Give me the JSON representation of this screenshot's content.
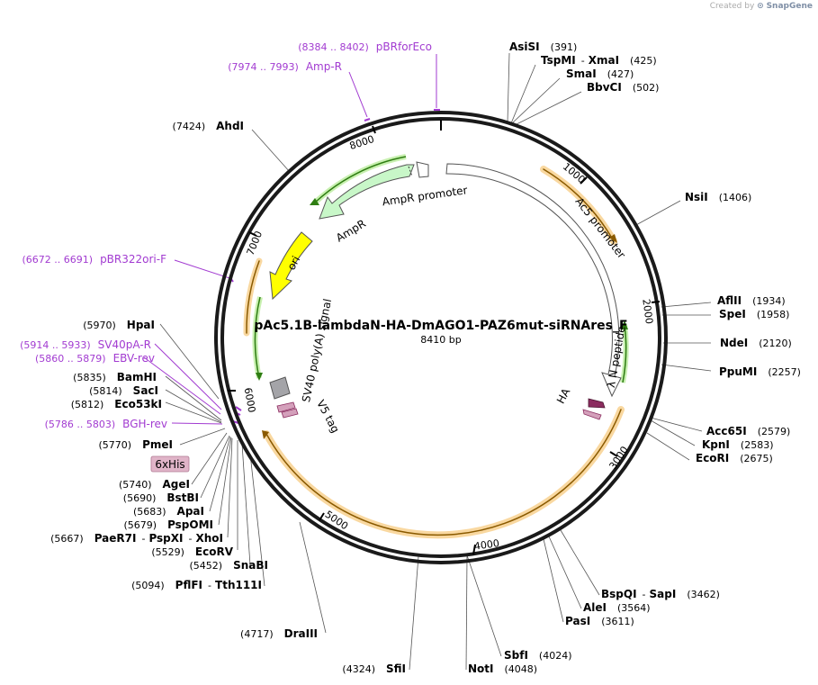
{
  "credit": {
    "prefix": "Created by",
    "brand": "SnapGene"
  },
  "plasmid": {
    "name": "pAc5.1B-lambdaN-HA-DmAGO1-PAZ6mut-siRNAres_F",
    "size_label": "8410 bp",
    "length": 8410
  },
  "ticks": [
    "1000",
    "2000",
    "3000",
    "4000",
    "5000",
    "6000",
    "7000",
    "8000"
  ],
  "features": {
    "ampr": "AmpR",
    "ampr_promoter": "AmpR promoter",
    "ac5_promoter": "Ac5 promoter",
    "ori": "ori",
    "sv40": "SV40 poly(A) signal",
    "v5": "V5 tag",
    "ha": "HA",
    "lambda": "λ N peptide",
    "his": "6xHis"
  },
  "sites": {
    "asisi": {
      "name": "AsiSI",
      "pos": "(391)"
    },
    "tspmi": {
      "name": "TspMI",
      "name2": "XmaI",
      "pos": "(425)"
    },
    "smai": {
      "name": "SmaI",
      "pos": "(427)"
    },
    "bbvci": {
      "name": "BbvCI",
      "pos": "(502)"
    },
    "nsii": {
      "name": "NsiI",
      "pos": "(1406)"
    },
    "aflii": {
      "name": "AflII",
      "pos": "(1934)"
    },
    "spei": {
      "name": "SpeI",
      "pos": "(1958)"
    },
    "ndei": {
      "name": "NdeI",
      "pos": "(2120)"
    },
    "ppumi": {
      "name": "PpuMI",
      "pos": "(2257)"
    },
    "acc65i": {
      "name": "Acc65I",
      "pos": "(2579)"
    },
    "kpni": {
      "name": "KpnI",
      "pos": "(2583)"
    },
    "ecori": {
      "name": "EcoRI",
      "pos": "(2675)"
    },
    "bspqi": {
      "name": "BspQI",
      "name2": "SapI",
      "pos": "(3462)"
    },
    "alei": {
      "name": "AleI",
      "pos": "(3564)"
    },
    "pasi": {
      "name": "PasI",
      "pos": "(3611)"
    },
    "sbfi": {
      "name": "SbfI",
      "pos": "(4024)"
    },
    "noti": {
      "name": "NotI",
      "pos": "(4048)"
    },
    "sfii": {
      "name": "SfiI",
      "pos": "(4324)"
    },
    "draiii": {
      "name": "DraIII",
      "pos": "(4717)"
    },
    "pflfi": {
      "name": "PflFI",
      "name2": "Tth111I",
      "pos": "(5094)"
    },
    "snabi": {
      "name": "SnaBI",
      "pos": "(5452)"
    },
    "ecorv": {
      "name": "EcoRV",
      "pos": "(5529)"
    },
    "paer7i": {
      "name": "PaeR7I",
      "name2": "PspXI",
      "name3": "XhoI",
      "pos": "(5667)"
    },
    "pspomi": {
      "name": "PspOMI",
      "pos": "(5679)"
    },
    "apai": {
      "name": "ApaI",
      "pos": "(5683)"
    },
    "bstbi": {
      "name": "BstBI",
      "pos": "(5690)"
    },
    "agei": {
      "name": "AgeI",
      "pos": "(5740)"
    },
    "pmei": {
      "name": "PmeI",
      "pos": "(5770)"
    },
    "eco53ki": {
      "name": "Eco53kI",
      "pos": "(5812)"
    },
    "saci": {
      "name": "SacI",
      "pos": "(5814)"
    },
    "bamhi": {
      "name": "BamHI",
      "pos": "(5835)"
    },
    "hpai": {
      "name": "HpaI",
      "pos": "(5970)"
    },
    "ahdi": {
      "name": "AhdI",
      "pos": "(7424)"
    }
  },
  "primers": {
    "pbrforeco": {
      "name": "pBRforEco",
      "pos": "(8384 .. 8402)"
    },
    "ampr_primer": {
      "name": "Amp-R",
      "pos": "(7974 .. 7993)"
    },
    "pbr322ori": {
      "name": "pBR322ori-F",
      "pos": "(6672 .. 6691)"
    },
    "sv40pa": {
      "name": "SV40pA-R",
      "pos": "(5914 .. 5933)"
    },
    "ebv": {
      "name": "EBV-rev",
      "pos": "(5860 .. 5879)"
    },
    "bgh": {
      "name": "BGH-rev",
      "pos": "(5786 .. 5803)"
    }
  },
  "colors": {
    "backbone": "#1a1a1a",
    "ampr": "#c8f7c8",
    "ori": "#ffff00",
    "orf": "#f5a623",
    "green_arrow": "#3a9a1a",
    "primer": "#a23bd1",
    "tag": "#8b2c5f",
    "his_badge": "#e0b4c8"
  }
}
